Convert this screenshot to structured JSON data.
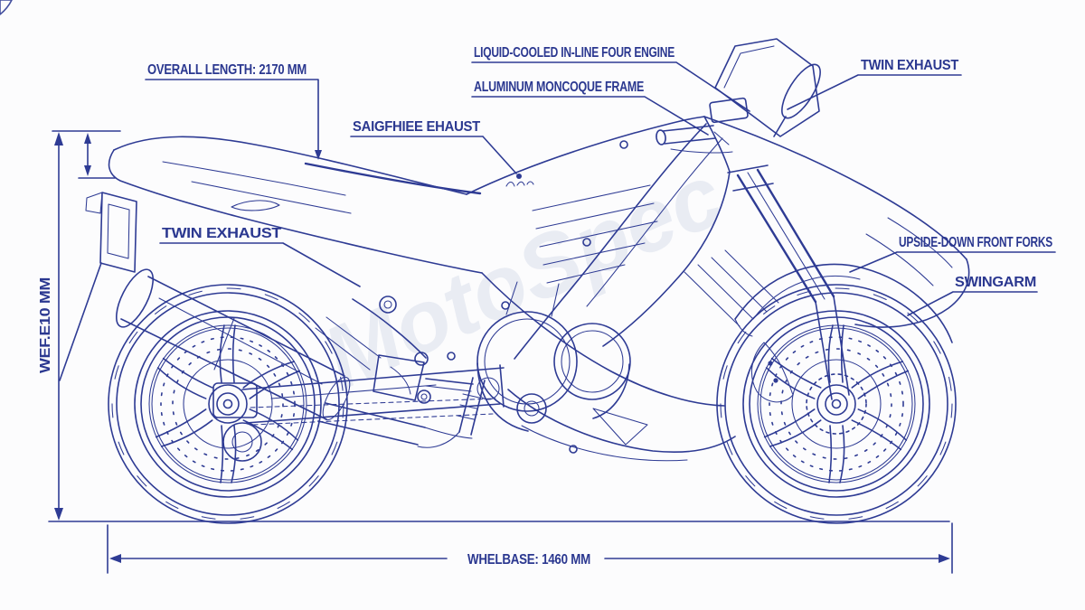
{
  "meta": {
    "type": "motorcycle-blueprint-diagram",
    "background_color": "#fcfcfd",
    "line_color": "#2e3b94",
    "label_color": "#2b3890",
    "watermark_color": "#7e93bd"
  },
  "watermark": {
    "text": "MotoSpec"
  },
  "callouts": {
    "overall_length": "OVERALL LENGTH: 2170 MM",
    "engine": "LIQUID-COOLED IN-LINE FOUR ENGINE",
    "frame": "ALUMINUM MONCOQUE FRAME",
    "twin_exhaust_top": "TWIN EXHAUST",
    "exhaust_garbled": "SAIGFHIEE EHAUST",
    "twin_exhaust_left": "TWIN EXHAUST",
    "front_forks": "UPSIDE-DOWN FRONT FORKS",
    "swingarm": "SWINGARM",
    "height_vertical": "WEF.E10 MM",
    "wheelbase": "WHELBASE: 1460 MM"
  },
  "values": {
    "overall_length_mm": 2170,
    "wheelbase_mm": 1460
  }
}
